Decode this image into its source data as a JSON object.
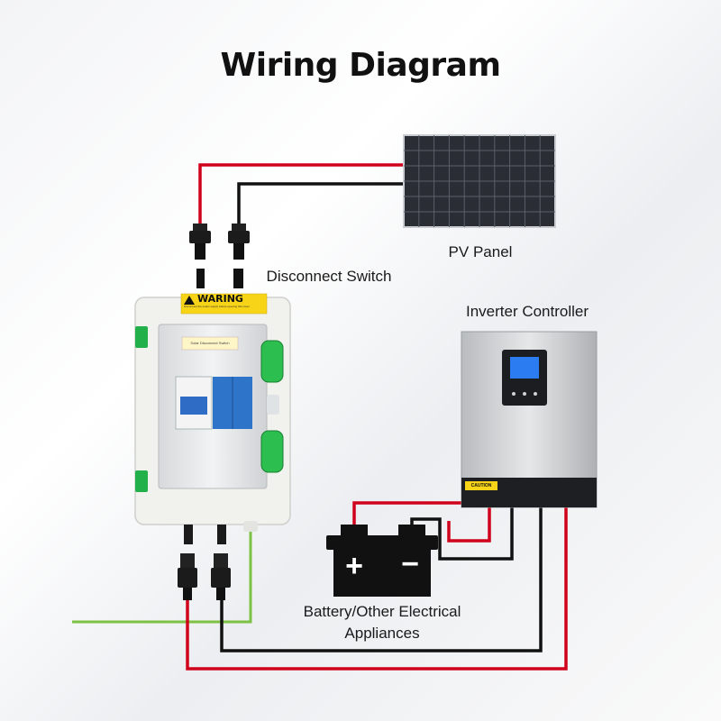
{
  "title": "Wiring Diagram",
  "labels": {
    "pv_panel": "PV Panel",
    "disconnect_switch": "Disconnect Switch",
    "inverter_controller": "Inverter Controller",
    "battery_line1": "Battery/Other Electrical",
    "battery_line2": "Appliances"
  },
  "box": {
    "warning_title": "WARING",
    "warning_note": "Disconnect the mains supply before opening this cover",
    "panel_label": "Solar Disconnect Switch"
  },
  "inverter": {
    "caution": "CAUTION"
  },
  "battery": {
    "plus": "+",
    "minus": "−"
  },
  "colors": {
    "wire_positive": "#d0021b",
    "wire_negative": "#111111",
    "wire_ground": "#7dc242",
    "accent_green": "#22b04b"
  }
}
